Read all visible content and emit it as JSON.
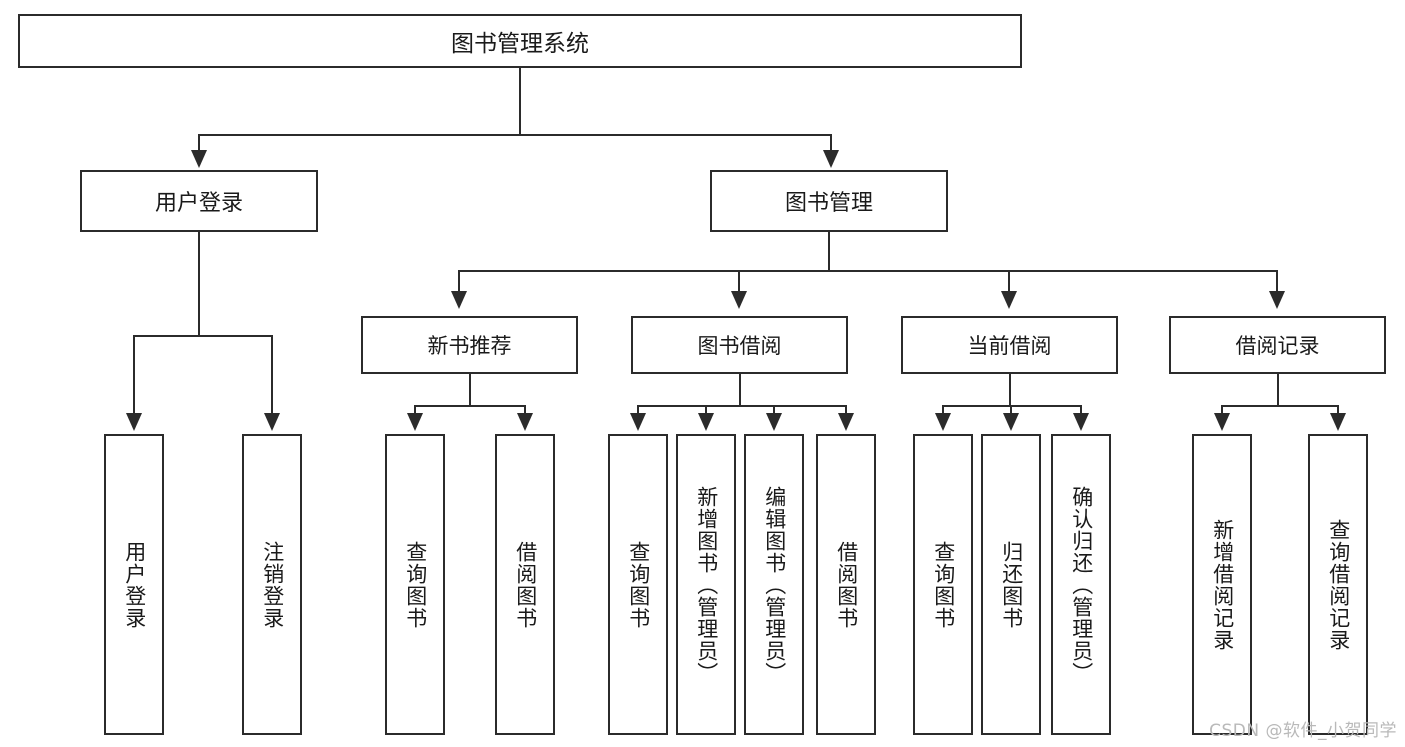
{
  "diagram": {
    "title": "图书管理系统",
    "type": "tree-hierarchy-diagram",
    "root": {
      "label": "图书管理系统"
    },
    "level1": [
      {
        "label": "用户登录"
      },
      {
        "label": "图书管理"
      }
    ],
    "level2": [
      {
        "label": "新书推荐"
      },
      {
        "label": "图书借阅"
      },
      {
        "label": "当前借阅"
      },
      {
        "label": "借阅记录"
      }
    ],
    "leaves": {
      "user_login": [
        {
          "label": "用户登录"
        },
        {
          "label": "注销登录"
        }
      ],
      "new_book_recommend": [
        {
          "label": "查询图书"
        },
        {
          "label": "借阅图书"
        }
      ],
      "book_borrow": [
        {
          "label": "查询图书"
        },
        {
          "label": "新增图书（管理员）"
        },
        {
          "label": "编辑图书（管理员）"
        },
        {
          "label": "借阅图书"
        }
      ],
      "current_borrow": [
        {
          "label": "查询图书"
        },
        {
          "label": "归还图书"
        },
        {
          "label": "确认归还（管理员）"
        }
      ],
      "borrow_record": [
        {
          "label": "新增借阅记录"
        },
        {
          "label": "查询借阅记录"
        }
      ]
    }
  },
  "watermark": {
    "text": "CSDN @软件_小贺同学"
  },
  "colors": {
    "stroke": "#2b2b2b",
    "background": "#ffffff",
    "text": "#1a1a1a",
    "watermark": "#b9b9b9"
  }
}
